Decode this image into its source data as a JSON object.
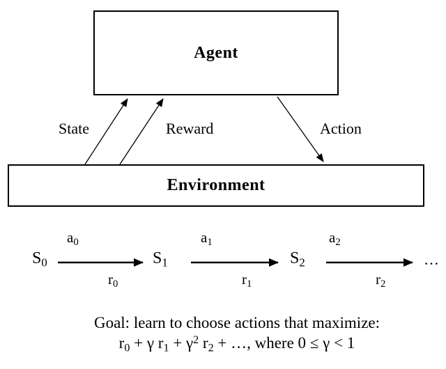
{
  "agent_box": {
    "label": "Agent"
  },
  "environment_box": {
    "label": "Environment"
  },
  "arrows": {
    "state_label": "State",
    "reward_label": "Reward",
    "action_label": "Action"
  },
  "timeline": {
    "states": [
      {
        "base": "S",
        "sub": "0"
      },
      {
        "base": "S",
        "sub": "1"
      },
      {
        "base": "S",
        "sub": "2"
      }
    ],
    "actions": [
      {
        "base": "a",
        "sub": "0"
      },
      {
        "base": "a",
        "sub": "1"
      },
      {
        "base": "a",
        "sub": "2"
      }
    ],
    "rewards": [
      {
        "base": "r",
        "sub": "0"
      },
      {
        "base": "r",
        "sub": "1"
      },
      {
        "base": "r",
        "sub": "2"
      }
    ],
    "ellipsis": "…"
  },
  "goal": {
    "line1": "Goal: learn to choose actions that maximize:",
    "formula": {
      "p1": "r",
      "s1": "0",
      "p2": " + γ r",
      "s2": "1",
      "p3": " + γ",
      "sup": "2",
      "p4": " r",
      "s3": "2",
      "p5": " + …, where 0 ≤ γ < 1"
    }
  },
  "colors": {
    "ink": "#000000",
    "background": "#ffffff"
  }
}
